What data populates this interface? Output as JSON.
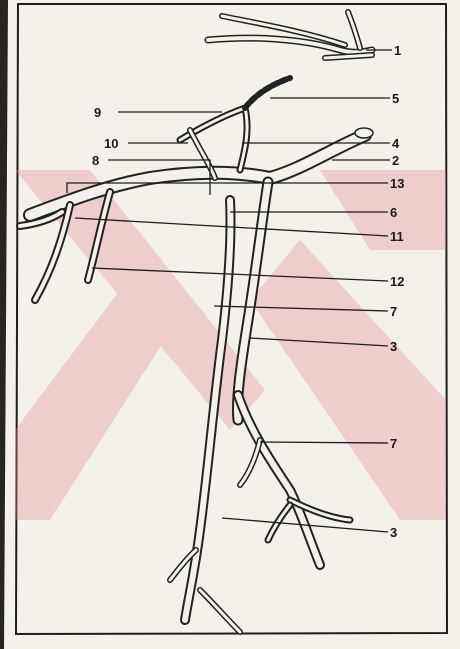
{
  "figure": {
    "callouts": [
      {
        "id": "c1",
        "label": "1"
      },
      {
        "id": "c5",
        "label": "5"
      },
      {
        "id": "c9",
        "label": "9"
      },
      {
        "id": "c4",
        "label": "4"
      },
      {
        "id": "c10",
        "label": "10"
      },
      {
        "id": "c2",
        "label": "2"
      },
      {
        "id": "c8",
        "label": "8"
      },
      {
        "id": "c13",
        "label": "13"
      },
      {
        "id": "c6",
        "label": "6"
      },
      {
        "id": "c11",
        "label": "11"
      },
      {
        "id": "c12",
        "label": "12"
      },
      {
        "id": "c7a",
        "label": "7"
      },
      {
        "id": "c3a",
        "label": "3"
      },
      {
        "id": "c7b",
        "label": "7"
      },
      {
        "id": "c3b",
        "label": "3"
      }
    ],
    "colors": {
      "page": "#f4f1ea",
      "frame": "#1e1e1e",
      "ink": "#222222",
      "watermark": "#e58b9a",
      "background": "#2a2420"
    }
  }
}
